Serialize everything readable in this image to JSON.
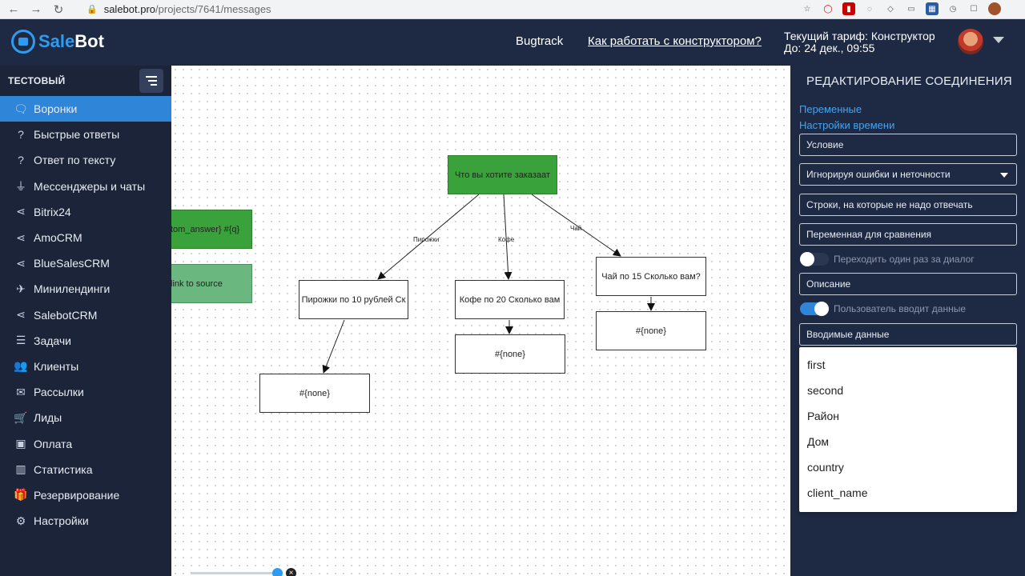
{
  "browser": {
    "url_host": "salebot.pro",
    "url_path": "/projects/7641/messages"
  },
  "header": {
    "logo_sale": "Sale",
    "logo_bot": "Bot",
    "bugtrack": "Bugtrack",
    "how_to": "Как работать с конструктором?",
    "tariff_line1": "Текущий тариф: Конструктор",
    "tariff_line2": "До: 24 дек., 09:55"
  },
  "sidebar": {
    "project": "ТЕСТОВЫЙ",
    "items": [
      {
        "label": "Воронки",
        "icon": "chat-icon",
        "glyph": "🗨"
      },
      {
        "label": "Быстрые ответы",
        "icon": "question-icon",
        "glyph": "?"
      },
      {
        "label": "Ответ по тексту",
        "icon": "question-icon",
        "glyph": "?"
      },
      {
        "label": "Мессенджеры и чаты",
        "icon": "plug-icon",
        "glyph": "⏚"
      },
      {
        "label": "Bitrix24",
        "icon": "share-icon",
        "glyph": "⋖"
      },
      {
        "label": "AmoCRM",
        "icon": "share-icon",
        "glyph": "⋖"
      },
      {
        "label": "BlueSalesCRM",
        "icon": "share-icon",
        "glyph": "⋖"
      },
      {
        "label": "Минилендинги",
        "icon": "plane-icon",
        "glyph": "✈"
      },
      {
        "label": "SalebotCRM",
        "icon": "share-icon",
        "glyph": "⋖"
      },
      {
        "label": "Задачи",
        "icon": "list-icon",
        "glyph": "☰"
      },
      {
        "label": "Клиенты",
        "icon": "users-icon",
        "glyph": "👥"
      },
      {
        "label": "Рассылки",
        "icon": "envelope-icon",
        "glyph": "✉"
      },
      {
        "label": "Лиды",
        "icon": "cart-icon",
        "glyph": "🛒"
      },
      {
        "label": "Оплата",
        "icon": "money-icon",
        "glyph": "▣"
      },
      {
        "label": "Статистика",
        "icon": "chart-icon",
        "glyph": "▥"
      },
      {
        "label": "Резервирование",
        "icon": "gift-icon",
        "glyph": "🎁"
      },
      {
        "label": "Настройки",
        "icon": "gears-icon",
        "glyph": "⚙"
      }
    ]
  },
  "canvas": {
    "nodes": {
      "root": "Что вы хотите заказаат",
      "custom": "tom_answer} #{q}",
      "link": "link to source",
      "pies": "Пирожки по 10 рублей Ск",
      "coffee": "Кофе по 20 Сколько вам",
      "tea": "Чай по 15 Сколько вам?",
      "none1": "#{none}",
      "none2": "#{none}",
      "none3": "#{none}"
    },
    "edges": {
      "pies": "Пирожки",
      "coffee": "Кофе",
      "tea": "Чай"
    }
  },
  "panel": {
    "title": "РЕДАКТИРОВАНИЕ СОЕДИНЕНИЯ",
    "link_vars": "Переменные",
    "link_time": "Настройки времени",
    "condition": "Условие",
    "mode": "Игнорируя ошибки и неточности",
    "ignore_lines": "Строки, на которые не надо отвечать",
    "compare_var": "Переменная для сравнения",
    "once_toggle": "Переходить один раз за диалог",
    "description": "Описание",
    "user_input_toggle": "Пользователь вводит данные",
    "input_data": "Вводимые данные",
    "options": [
      "first",
      "second",
      "Район",
      "Дом",
      "country",
      "client_name"
    ]
  }
}
